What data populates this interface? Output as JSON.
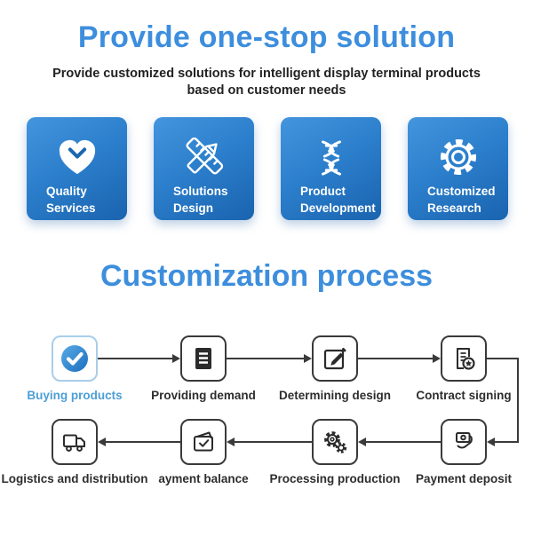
{
  "hero": {
    "title": "Provide one-stop solution",
    "subtitle_line1": "Provide customized solutions for intelligent display terminal products",
    "subtitle_line2": "based on customer needs"
  },
  "feature_cards": [
    {
      "icon": "heart-check-icon",
      "line1": "Quality",
      "line2": "Services"
    },
    {
      "icon": "ruler-pencil-icon",
      "line1": "Solutions",
      "line2": "Design"
    },
    {
      "icon": "dna-icon",
      "line1": "Product",
      "line2": "Development"
    },
    {
      "icon": "gear-icon",
      "line1": "Customized",
      "line2": "Research"
    }
  ],
  "process": {
    "title": "Customization process",
    "row1": [
      {
        "icon": "check-circle-icon",
        "label": "Buying products",
        "highlighted": true
      },
      {
        "icon": "document-icon",
        "label": "Providing demand",
        "highlighted": false
      },
      {
        "icon": "edit-pencil-icon",
        "label": "Determining design",
        "highlighted": false
      },
      {
        "icon": "contract-star-icon",
        "label": "Contract signing",
        "highlighted": false
      }
    ],
    "row2": [
      {
        "icon": "truck-icon",
        "label": "Logistics and distribution",
        "highlighted": false
      },
      {
        "icon": "wallet-check-icon",
        "label": "ayment balance",
        "highlighted": false
      },
      {
        "icon": "gears-icon",
        "label": "Processing production",
        "highlighted": false
      },
      {
        "icon": "payment-hand-icon",
        "label": "Payment deposit",
        "highlighted": false
      }
    ]
  },
  "colors": {
    "heading_blue": "#3d8edd",
    "card_gradient_start": "#4495de",
    "card_gradient_end": "#1a63af",
    "highlight_blue": "#4d9fd6",
    "highlight_border": "#a9cde9",
    "flow_stroke": "#3a3a3a",
    "text_dark": "#222222",
    "background": "#ffffff"
  }
}
